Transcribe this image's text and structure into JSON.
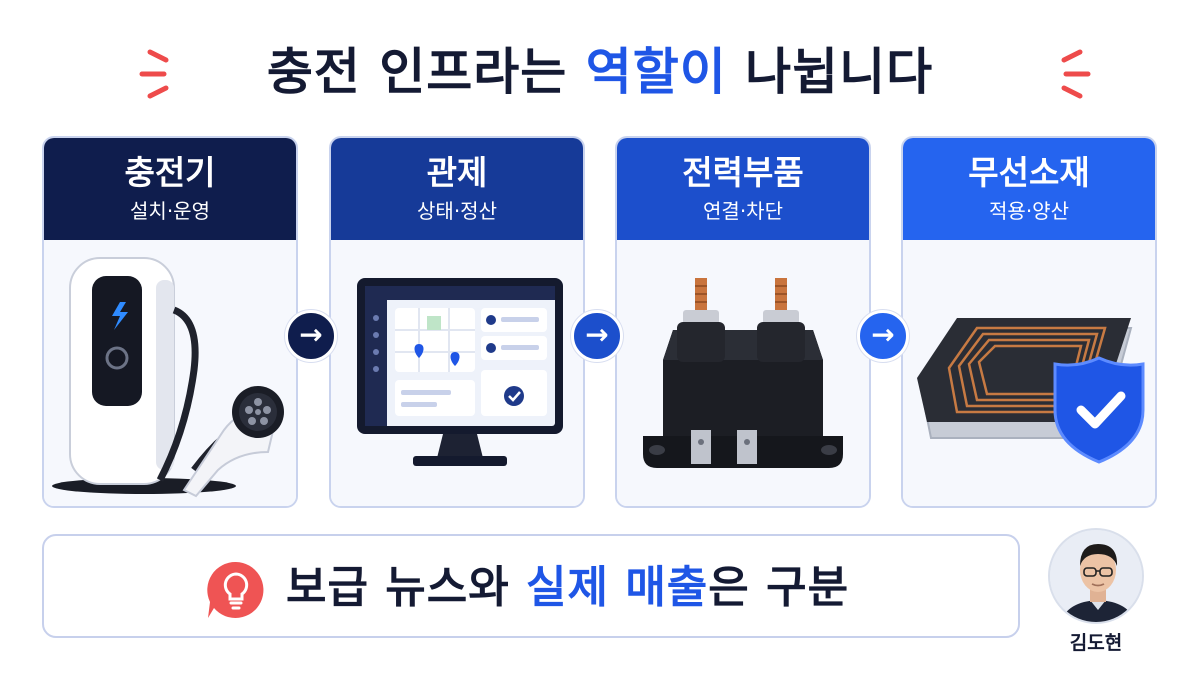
{
  "title": {
    "part1": "충전 인프라는 ",
    "highlight": "역할이",
    "part2": " 나뉩니다"
  },
  "cards": [
    {
      "title": "충전기",
      "subtitle": "설치·운영"
    },
    {
      "title": "관제",
      "subtitle": "상태·정산"
    },
    {
      "title": "전력부품",
      "subtitle": "연결·차단"
    },
    {
      "title": "무선소재",
      "subtitle": "적용·양산"
    }
  ],
  "arrows": [
    "→",
    "→",
    "→"
  ],
  "banner": {
    "part1": "보급 뉴스와 ",
    "highlight": "실제 매출",
    "part2": "은 구분"
  },
  "author": {
    "name": "김도현"
  },
  "colors": {
    "navy": "#0f1d4d",
    "blue": "#1f56e6",
    "accent_red": "#ee4b4b"
  },
  "icons": [
    "spark-icon",
    "arrow-right-icon",
    "lightbulb-icon",
    "ev-charger-icon",
    "monitor-icon",
    "relay-icon",
    "wireless-coil-icon",
    "shield-check-icon",
    "avatar"
  ]
}
